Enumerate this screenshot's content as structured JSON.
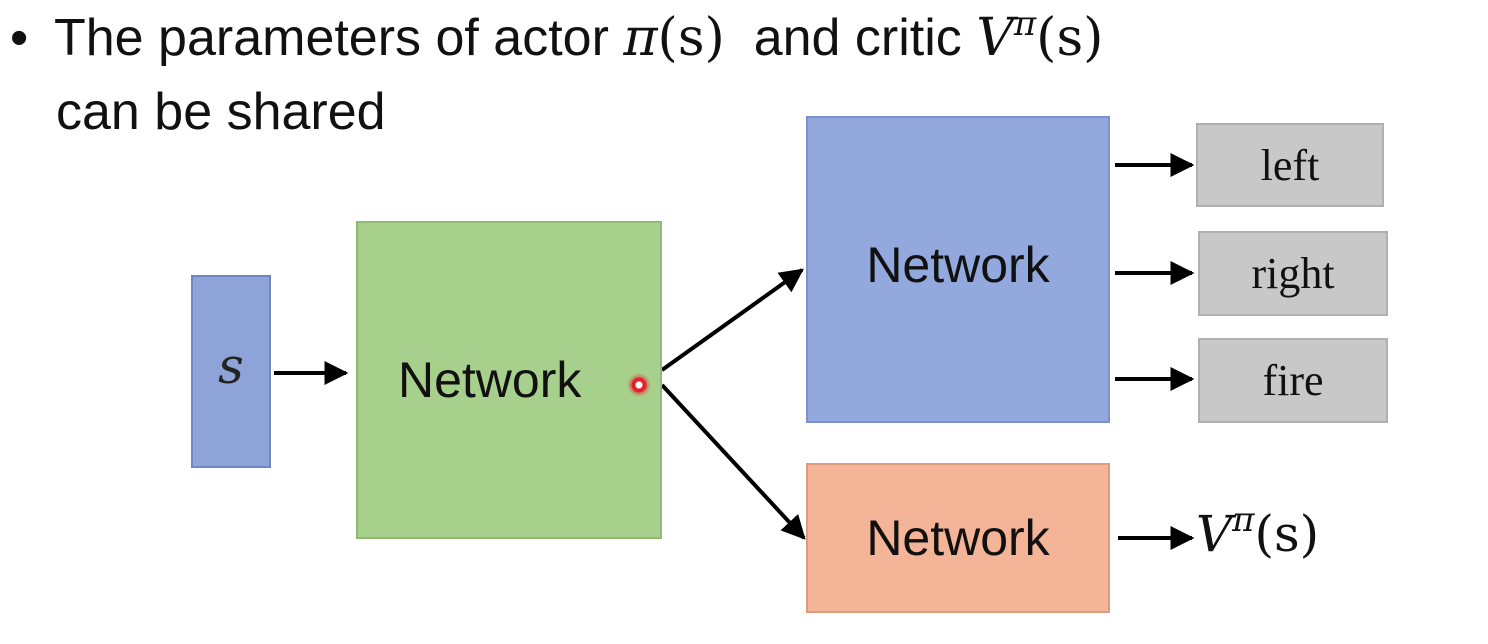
{
  "bullet": {
    "text_before_pi": "The parameters of actor ",
    "pi_symbol": "π",
    "pi_arg": "(s)",
    "text_middle": "and critic ",
    "v_symbol": "V",
    "v_sup": "π",
    "v_arg": "(s)",
    "line2": "can be shared"
  },
  "diagram": {
    "input_label": "s",
    "shared_network_label": "Network",
    "actor_network_label": "Network",
    "critic_network_label": "Network",
    "actions": [
      "left",
      "right",
      "fire"
    ],
    "value_output": {
      "symbol": "V",
      "sup": "π",
      "arg": "(s)"
    }
  },
  "colors": {
    "input_box": "#8ea4d8",
    "shared_network": "#a8d08d",
    "actor_network": "#93a9dd",
    "critic_network": "#f4b497",
    "action_box": "#c8c8c8",
    "cursor": "#e8202a"
  }
}
